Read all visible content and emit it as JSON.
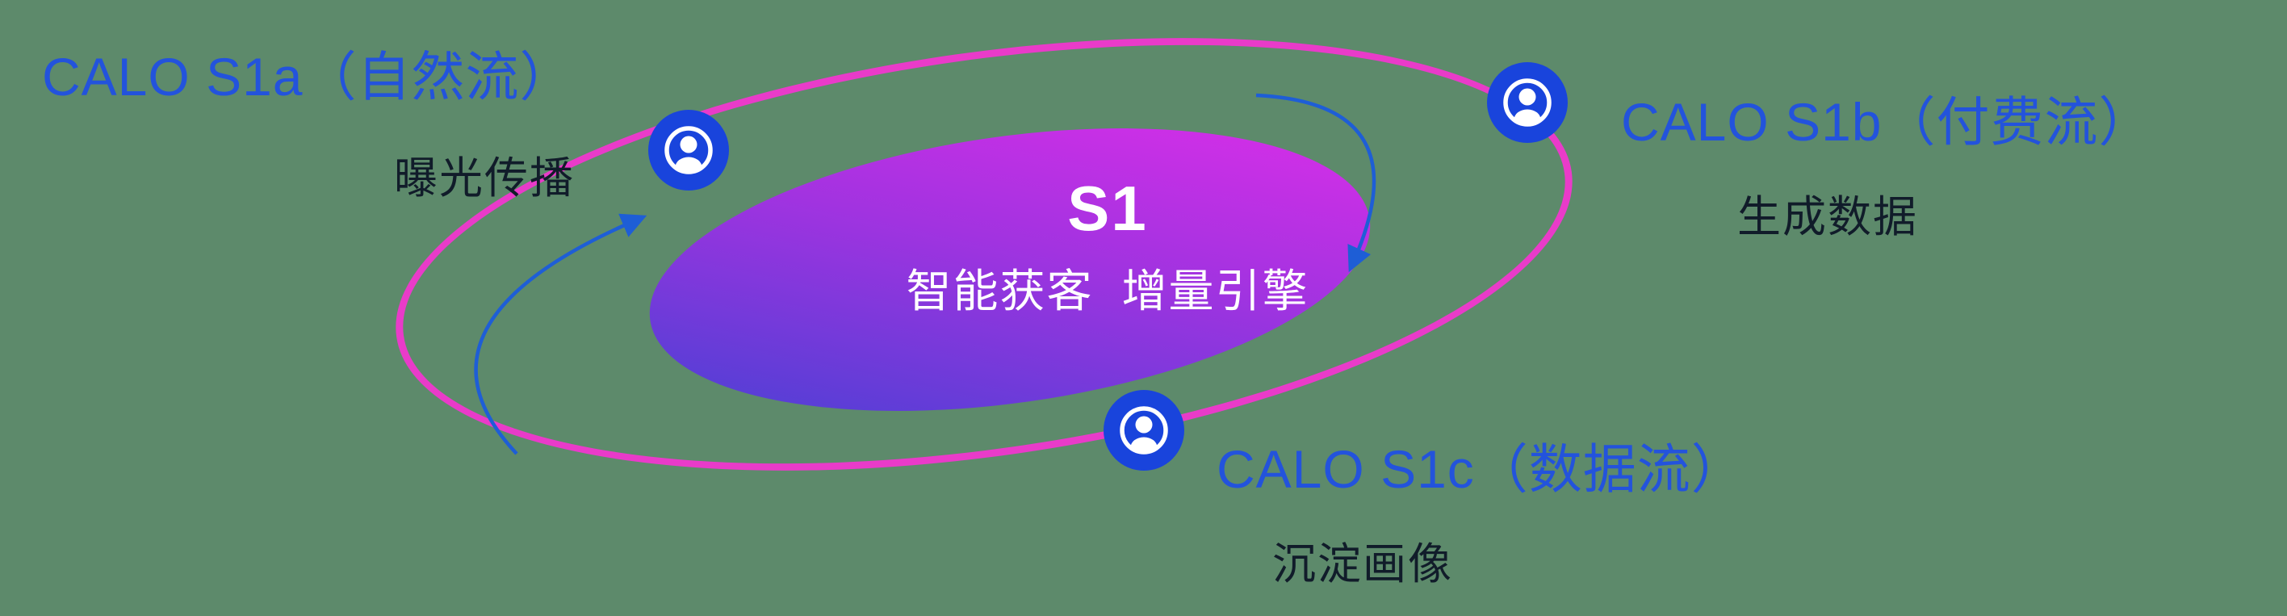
{
  "center": {
    "title": "S1",
    "subtitle": "智能获客  增量引擎"
  },
  "nodes": [
    {
      "id": "s1a",
      "label": "CALO S1a（自然流）",
      "sublabel": "曝光传播",
      "icon": "user-circle-icon"
    },
    {
      "id": "s1b",
      "label": "CALO S1b（付费流）",
      "sublabel": "生成数据",
      "icon": "user-circle-icon"
    },
    {
      "id": "s1c",
      "label": "CALO S1c（数据流）",
      "sublabel": "沉淀画像",
      "icon": "user-circle-icon"
    }
  ],
  "colors": {
    "background": "#5d8a6b",
    "orbit_ring": "#e93bc9",
    "core_gradient_start": "#4b40d4",
    "core_gradient_end": "#da2ee8",
    "label_blue": "#2353dc",
    "sublabel_dark": "#111c2a",
    "icon_blue": "#1944dc",
    "arrow_blue": "#1e5ed6",
    "core_text": "#ffffff"
  }
}
